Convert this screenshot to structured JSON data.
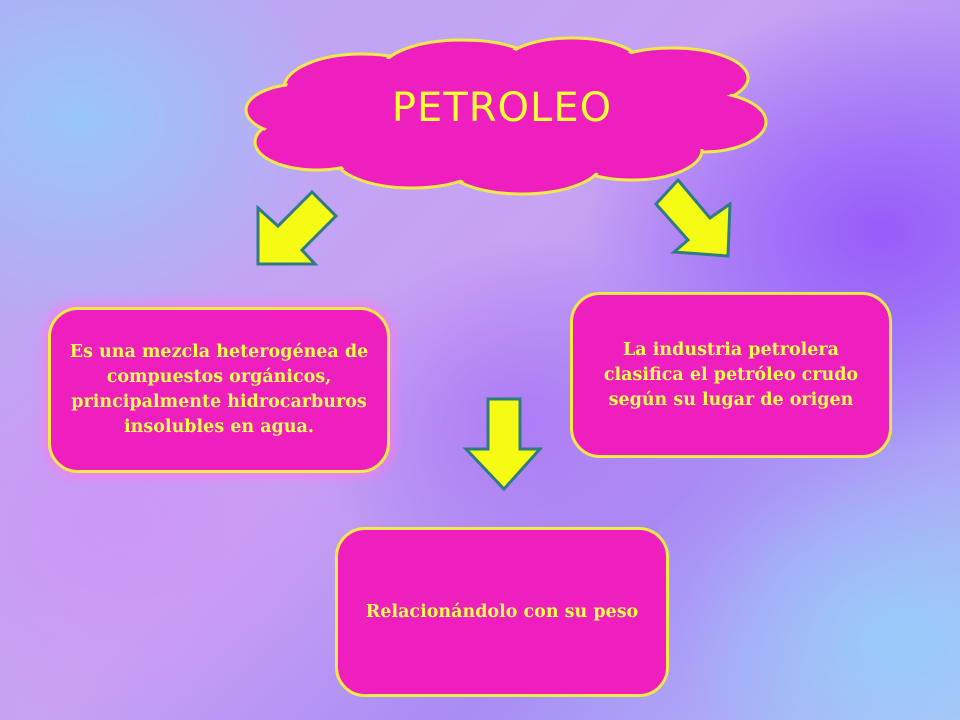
{
  "title": "PETROLEO",
  "boxes": {
    "left": "Es una mezcla heterogénea de compuestos orgánicos, principalmente hidrocarburos insolubles en agua.",
    "right": "La industria petrolera clasifica el petróleo crudo según su lugar de origen",
    "bottom": "Relacionándolo con su peso"
  },
  "colors": {
    "shape_fill": "#ee1fbe",
    "shape_border": "#f3ea4a",
    "text": "#f7ff4d",
    "arrow_fill": "#f5fb12",
    "arrow_border": "#2f7a84"
  },
  "icons": [
    "cloud-shape",
    "arrow-down-left-icon",
    "arrow-down-right-icon",
    "arrow-down-icon"
  ]
}
